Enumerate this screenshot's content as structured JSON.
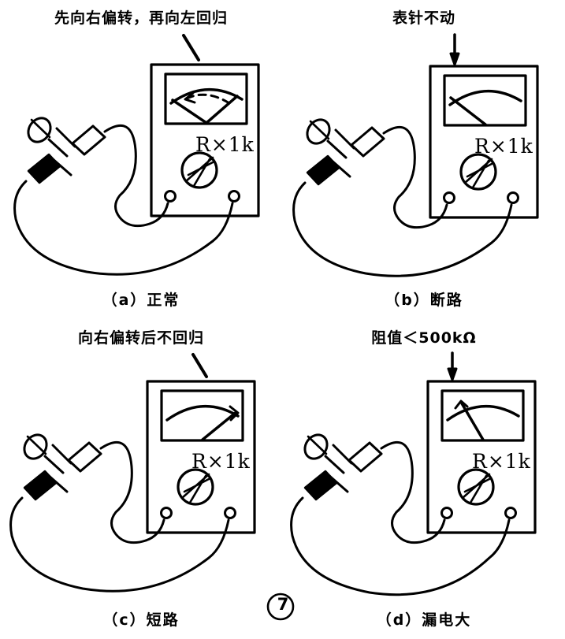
{
  "figure": {
    "number_label": "7",
    "number_display": "⑦",
    "meter_range_label": "R×1k"
  },
  "panels": [
    {
      "id": "a",
      "top_caption": "先向右偏转，再向左回归",
      "bottom_caption": "（a）正常",
      "range_label": "R×1k",
      "pointer_state": "deflect-right-then-return-left",
      "leader_type": "diagonal-line",
      "needles": [
        {
          "name": "deflected-needle",
          "angle_deg": 38
        },
        {
          "name": "returned-needle",
          "angle_deg": -40
        }
      ],
      "has_dashed_return_arrow": true
    },
    {
      "id": "b",
      "top_caption": "表针不动",
      "bottom_caption": "（b）断路",
      "range_label": "R×1k",
      "pointer_state": "no-movement-rest-left",
      "leader_type": "down-arrow",
      "needles": [
        {
          "name": "rest-needle",
          "angle_deg": -44
        }
      ],
      "has_dashed_return_arrow": false
    },
    {
      "id": "c",
      "top_caption": "向右偏转后不回归",
      "bottom_caption": "（c）短路",
      "range_label": "R×1k",
      "pointer_state": "deflected-right-stays",
      "leader_type": "diagonal-line",
      "needles": [
        {
          "name": "deflected-needle",
          "angle_deg": 42
        }
      ],
      "has_dashed_return_arrow": false
    },
    {
      "id": "d",
      "top_caption": "阻值＜500kΩ",
      "bottom_caption": "（d）漏电大",
      "range_label": "R×1k",
      "pointer_state": "partial-deflection-mid-left",
      "leader_type": "down-arrow",
      "needles": [
        {
          "name": "partial-needle",
          "angle_deg": -26
        }
      ],
      "has_dashed_return_arrow": false
    }
  ],
  "components": {
    "capacitor_name": "capacitor-under-test",
    "black_probe_name": "black-test-probe",
    "red_probe_name": "red-test-probe",
    "terminal_left_name": "meter-terminal-left",
    "terminal_right_name": "meter-terminal-right",
    "knob_name": "range-selector-knob"
  },
  "colors": {
    "line": "#000000",
    "background": "#ffffff"
  }
}
